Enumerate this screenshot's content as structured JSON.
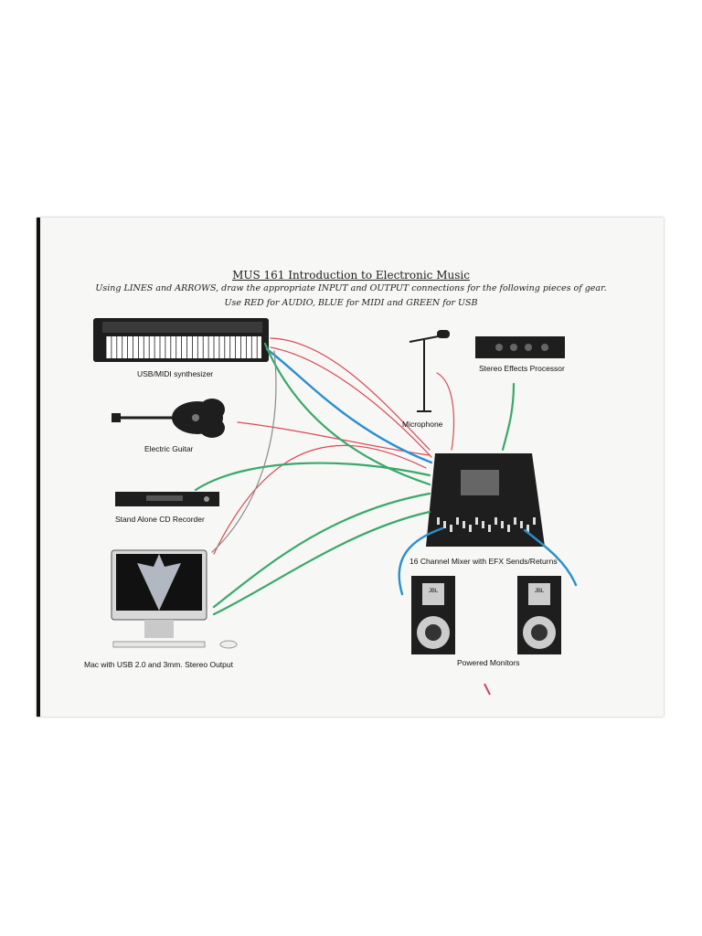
{
  "header": {
    "title": "MUS 161 Introduction to Electronic Music",
    "instructions_line1": "Using LINES and ARROWS, draw the appropriate INPUT and OUTPUT connections for the following pieces of gear.",
    "instructions_line2": "Use RED for AUDIO, BLUE for MIDI and GREEN for USB"
  },
  "devices": {
    "synth": "USB/MIDI synthesizer",
    "guitar": "Electric Guitar",
    "cd": "Stand Alone CD Recorder",
    "mac": "Mac with USB 2.0 and 3mm. Stereo Output",
    "mic": "Microphone",
    "fx": "Stereo Effects Processor",
    "mixer": "16 Channel Mixer with EFX Sends/Returns",
    "monitors": "Powered Monitors"
  },
  "monitor_brand": "JBL",
  "mac_logo_text": "",
  "colors": {
    "audio": "#d94a55",
    "midi": "#2a8fd0",
    "usb": "#3aa86a",
    "gear": "#1e1e1e"
  }
}
